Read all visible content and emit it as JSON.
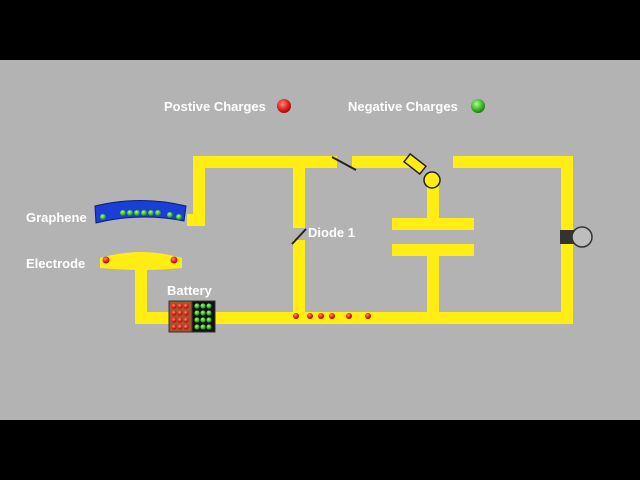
{
  "legend": {
    "positive_label": "Postive Charges",
    "negative_label": "Negative Charges",
    "positive_color": "#e8231c",
    "negative_color": "#3fbf2a"
  },
  "labels": {
    "graphene": "Graphene",
    "electrode": "Electrode",
    "battery": "Battery",
    "diode": "Diode 1"
  },
  "colors": {
    "wire": "#ffed14",
    "background": "#b3b3b3",
    "graphene": "#1a3fd6",
    "letterbox": "#000000"
  },
  "charges": {
    "graphene_negative": 9,
    "electrode_positive": 2,
    "battery_positive": 12,
    "battery_negative": 12,
    "wire_positive": 6
  }
}
